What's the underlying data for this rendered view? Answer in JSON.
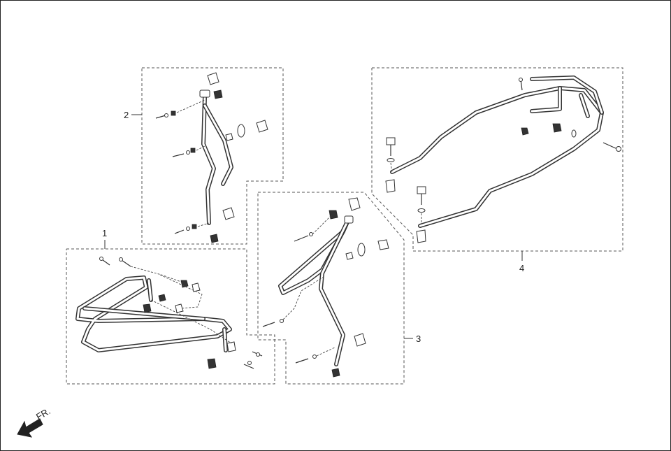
{
  "callouts": {
    "c1": "1",
    "c2": "2",
    "c3": "3",
    "c4": "4"
  },
  "direction": {
    "label": "FR.",
    "icon": "front-direction-arrow-icon"
  },
  "colors": {
    "line": "#333333",
    "background": "#ffffff"
  }
}
